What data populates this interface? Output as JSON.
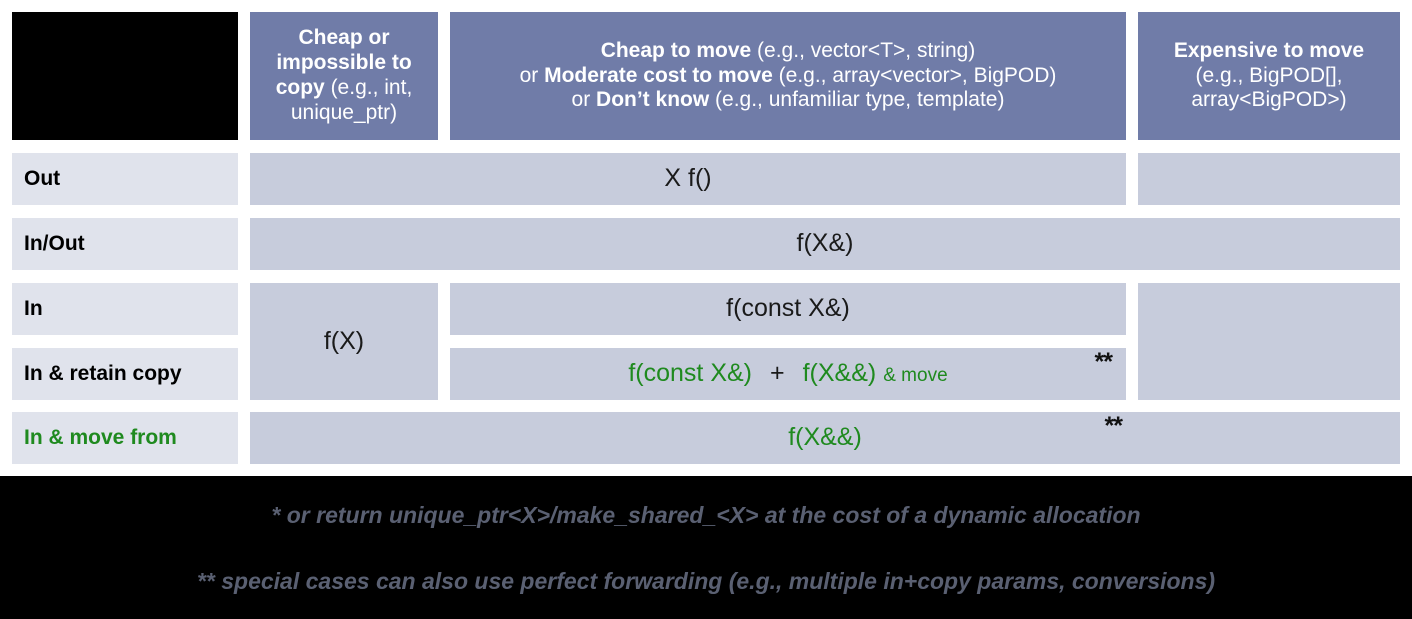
{
  "title": "C++ parameter passing / return guidance table",
  "colors": {
    "header_bg": "#707CA8",
    "header_text": "#FFFFFF",
    "row_label_bg": "#E0E3EC",
    "body_cell_bg": "#C7CCDC",
    "accent_green": "#1F8A1F",
    "page_bg": "#000000",
    "table_bg": "#FFFFFF",
    "footnote_text": "#5A6072"
  },
  "header": {
    "corner_label": "",
    "columns": [
      {
        "id": "cheap-or-impossible-to-copy",
        "strong": "Cheap or impossible to copy",
        "rest": " (e.g., int, unique_ptr)",
        "full": "Cheap or impossible to copy (e.g., int, unique_ptr)"
      },
      {
        "id": "cheap-to-move",
        "line1_strong": "Cheap to move",
        "line1_rest": " (e.g., vector<T>, string)",
        "line2_prefix": "or ",
        "line2_strong": "Moderate cost to move",
        "line2_rest": " (e.g., array<vector>, BigPOD)",
        "line3_prefix": "or ",
        "line3_strong": "Don’t know",
        "line3_rest": " (e.g., unfamiliar type, template)",
        "full": "Cheap to move (e.g., vector<T>, string) or Moderate cost to move (e.g., array<vector>, BigPOD) or Don’t know (e.g., unfamiliar type, template)"
      },
      {
        "id": "expensive-to-move",
        "strong": "Expensive to move",
        "rest_line1": "(e.g., BigPOD[],",
        "rest_line2": "array<BigPOD>)",
        "full": "Expensive to move (e.g., BigPOD[], array<BigPOD>)"
      }
    ]
  },
  "rows": [
    {
      "id": "out",
      "label": "Out",
      "label_green": false,
      "signature": "X f()",
      "signature_green": false,
      "note_marker": ""
    },
    {
      "id": "in-out",
      "label": "In/Out",
      "label_green": false,
      "signature": "f(X&)",
      "signature_green": false,
      "note_marker": ""
    },
    {
      "id": "in",
      "label": "In",
      "label_green": false,
      "cheap_copy_signature": "f(X)",
      "signature": "f(const X&)",
      "signature_green": false,
      "note_marker": ""
    },
    {
      "id": "in-retain-copy",
      "label": "In & retain copy",
      "label_green": false,
      "signature_a": "f(const X&)",
      "operator": "+",
      "signature_b": "f(X&&)",
      "signature_b_suffix": "& move",
      "signature_green": true,
      "note_marker": "**"
    },
    {
      "id": "in-move-from",
      "label": "In & move from",
      "label_green": true,
      "signature": "f(X&&)",
      "signature_green": true,
      "note_marker": "**"
    }
  ],
  "footnotes": [
    {
      "id": "footnote-single-star",
      "text": "* or return unique_ptr<X>/make_shared_<X> at the cost of a dynamic allocation"
    },
    {
      "id": "footnote-double-star",
      "text": "** special cases can also use perfect forwarding (e.g., multiple in+copy params, conversions)"
    }
  ]
}
